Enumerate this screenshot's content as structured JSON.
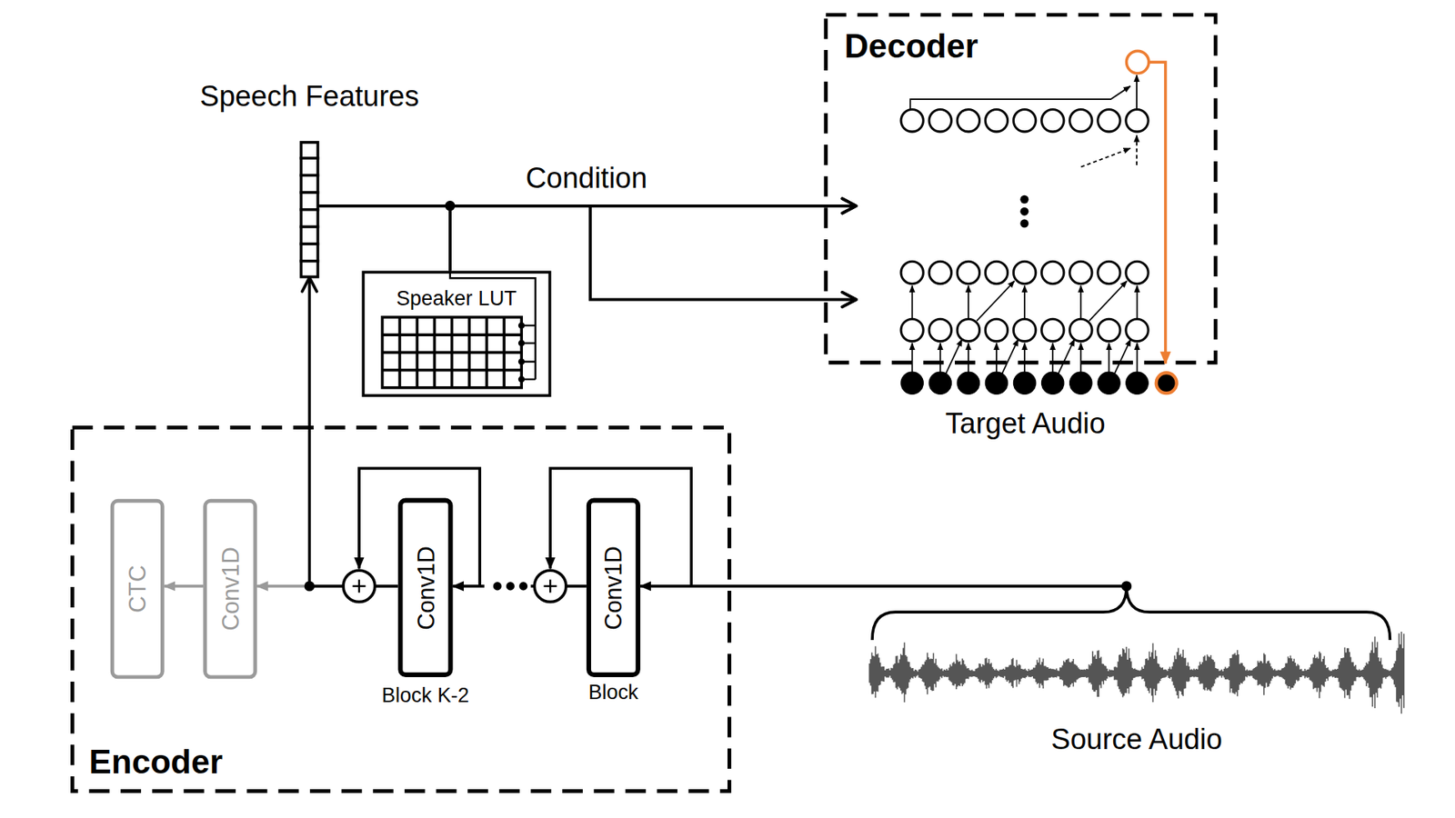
{
  "diagram": {
    "nodes": [
      {
        "text": [
          "Decoder"
        ]
      },
      {
        "text": [
          "Speech Features"
        ]
      },
      {
        "text": [
          "Speaker LUT"
        ]
      },
      {
        "text": [
          "Encoder"
        ]
      },
      {
        "text": [
          "CTC"
        ],
        "in": 3
      },
      {
        "text": [
          "Conv1D"
        ],
        "in": 3
      },
      {
        "text": [
          "Conv1D",
          "Block K-2"
        ],
        "in": 3
      },
      {
        "text": [
          "Conv1D",
          "Block"
        ],
        "in": 3
      },
      {
        "text": [
          "Source Audio"
        ]
      }
    ],
    "edges": [
      {
        "from": 1,
        "to": 0,
        "label": "Condition",
        "arrow": "to"
      },
      {
        "from": 1,
        "to": 0,
        "arrow": "to"
      },
      {
        "from": 2,
        "to": 0,
        "arrow": "to"
      },
      {
        "from": 2,
        "to": 0,
        "arrow": "to"
      },
      {
        "from": 8,
        "to": 7,
        "arrow": "to"
      },
      {
        "from": 7,
        "to": 6,
        "arrow": "to"
      },
      {
        "from": 6,
        "to": 5,
        "arrow": "to"
      },
      {
        "from": 6,
        "to": 1,
        "arrow": "to"
      },
      {
        "from": 5,
        "to": 4,
        "arrow": "to"
      }
    ],
    "labels": [
      "Target Audio"
    ]
  }
}
